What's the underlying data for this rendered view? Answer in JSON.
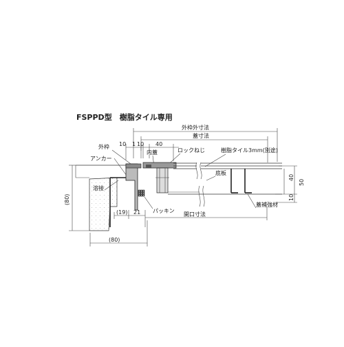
{
  "title": "FSPPD型　樹脂タイル専用",
  "dims": {
    "outer_frame_outer": "外枠外寸法",
    "lid": "蓋寸法",
    "d10a": "10",
    "d1": "1",
    "d10b": "10",
    "d40": "40",
    "opening": "開口寸法",
    "d19": "(19)",
    "d21": "21",
    "w80": "(80)",
    "h80": "(80)",
    "v10": "10",
    "v40": "40",
    "v50": "50"
  },
  "labels": {
    "outer_frame": "外枠",
    "anchor": "アンカー",
    "weld": "溶接",
    "inner_lid": "内蓋",
    "lock_screw": "ロックねじ",
    "resin_tile": "樹脂タイル3mm(別途)",
    "bottom_plate": "底板",
    "packing": "パッキン",
    "reinforcement": "蓋補強材"
  }
}
